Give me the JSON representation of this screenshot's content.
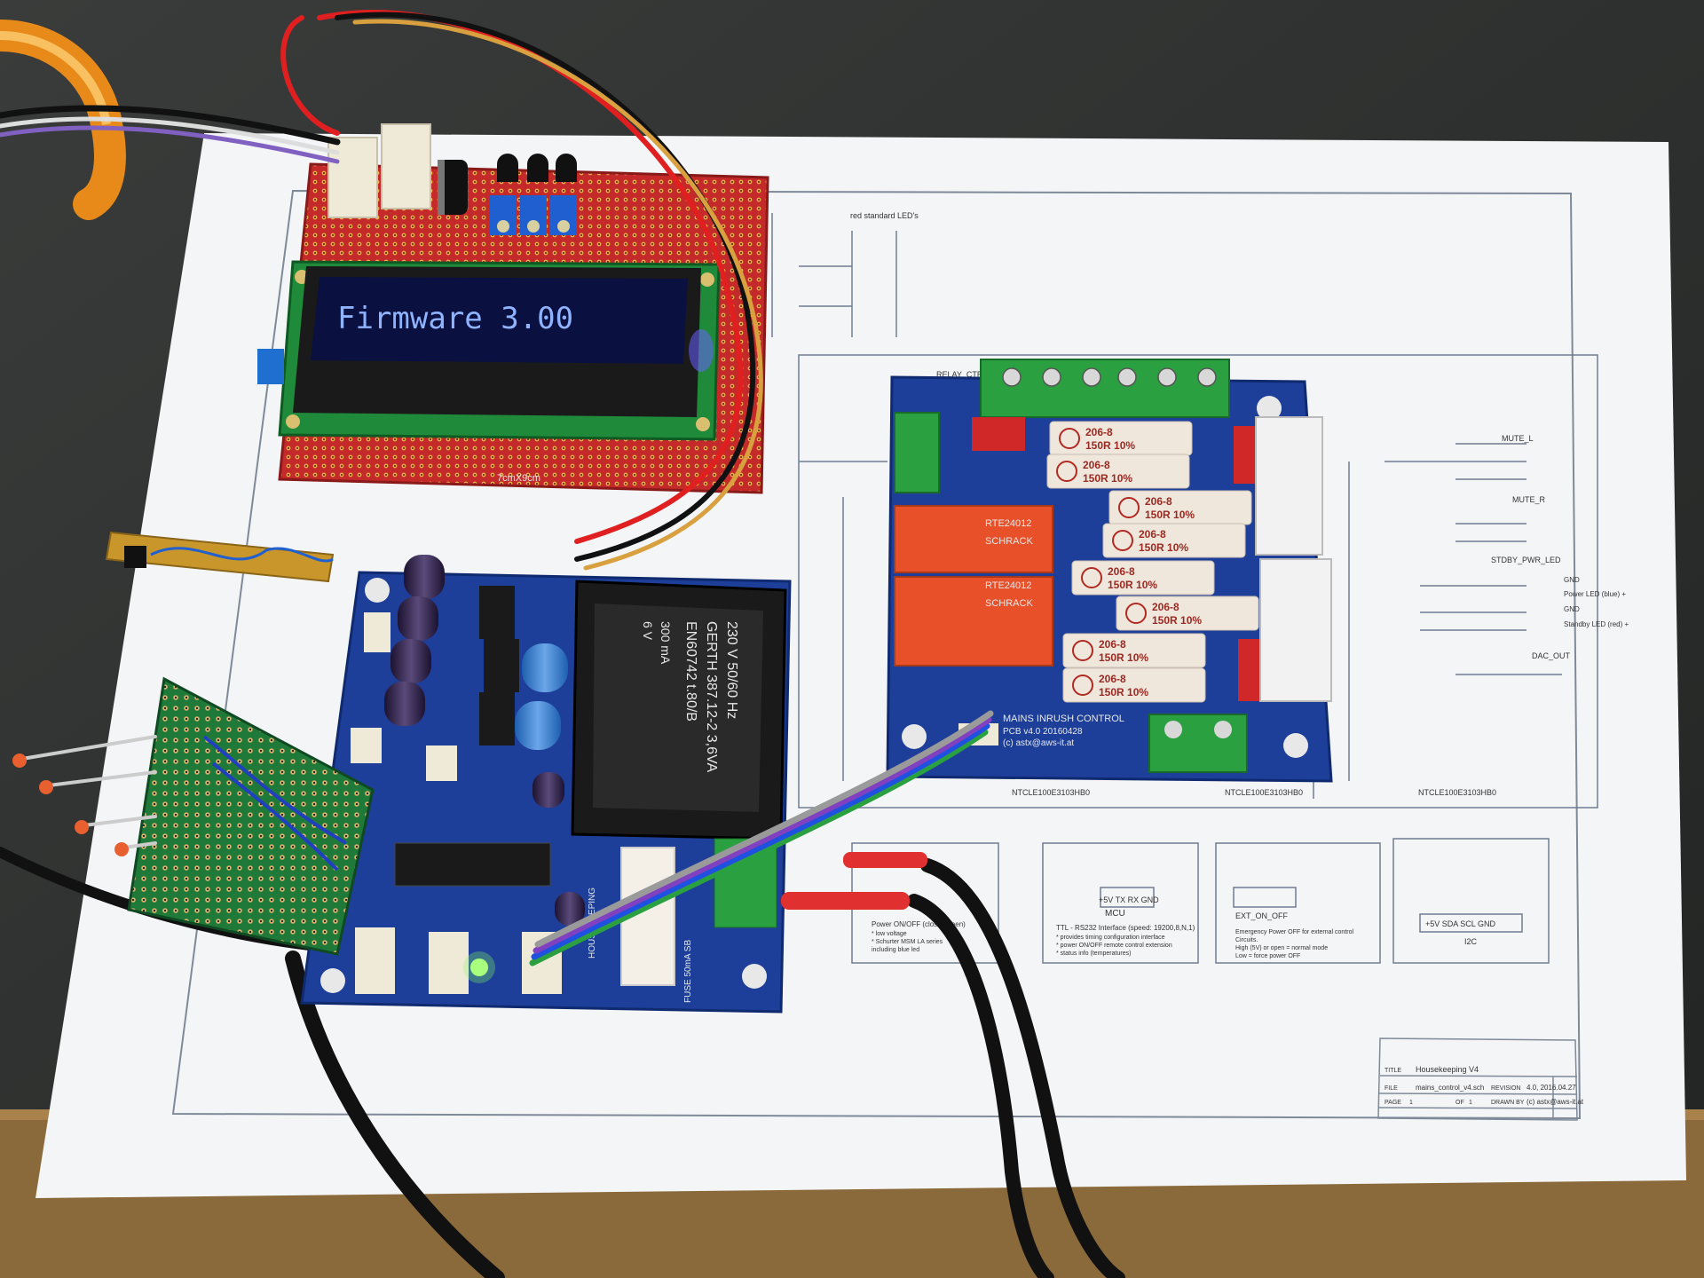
{
  "lcd": {
    "text": "Firmware 3.00"
  },
  "protoboard": {
    "label": "7cmX9cm"
  },
  "schematic": {
    "led_note": "red standard LED's",
    "relay_ctrl": "RELAY_CTRL",
    "mute_l": "MUTE_L",
    "mute_r": "MUTE_R",
    "stdby_pwr_led": "STDBY_PWR_LED",
    "dac_out": "DAC_OUT",
    "gnd1": "GND",
    "power_led": "Power LED (blue) +",
    "gnd2": "GND",
    "standby_led": "Standby LED (red) +",
    "mcu": "MCU",
    "mcu_pins": "+5V  TX  RX  GND",
    "ttl_note1": "TTL - RS232 Interface (speed: 19200,8,N,1)",
    "ttl_note2": "* provides timing configuration interface",
    "ttl_note3": "* power ON/OFF remote control extension",
    "ttl_note4": "* status info (temperatures)",
    "ext_on_off": "EXT_ON_OFF",
    "emergency1": "Emergency Power OFF for external control",
    "emergency2": "Circuits.",
    "emergency3": "High (5V) or open = normal mode",
    "emergency4": "Low = force power OFF",
    "i2c": "I2C",
    "i2c_pins": "+5V  SDA  SCL  GND",
    "power_onoff1": "Power ON/OFF (closed/open)",
    "power_onoff2": "* low voltage",
    "power_onoff3": "* Schurter MSM LA series",
    "power_onoff4": "  including blue led",
    "ntc1": "NTCLE100E3103HB0",
    "ntc2": "NTCLE100E3103HB0",
    "ntc3": "NTCLE100E3103HB0",
    "title_label": "TITLE",
    "title_value": "Housekeeping V4",
    "file_label": "FILE",
    "file_value": "mains_control_v4.sch",
    "revision_label": "REVISION",
    "revision_value": "4.0, 2016.04.27",
    "page_label": "PAGE",
    "page_value": "1",
    "of_label": "OF",
    "of_value": "1",
    "drawn_label": "DRAWN BY",
    "drawn_value": "(c) astx@aws-it.at"
  },
  "relay_board": {
    "title": "MAINS INRUSH CONTROL",
    "pcb": "PCB v4.0 20160428",
    "copyright": "(c) astx@aws-it.at",
    "relay_model": "RTE24012",
    "relay_brand": "SCHRACK",
    "resistor_code": "206-8",
    "resistor_value": "150R 10%"
  },
  "transformer": {
    "line1": "230 V 50/60 Hz",
    "line2": "GERTH 387.12-2 3,6VA",
    "line3": "EN60742 t.80/B",
    "line4": "300 mA",
    "line5": "6 V"
  },
  "control_board": {
    "label1": "HOUSEKEEPING",
    "fuse": "FUSE 50mA SB"
  },
  "colors": {
    "pcb_blue": "#1d3f9a",
    "proto_red": "#c42a2a",
    "proto_green": "#1f7a3a",
    "relay_orange": "#e8502a",
    "lcd_text": "#8fb3ff"
  }
}
